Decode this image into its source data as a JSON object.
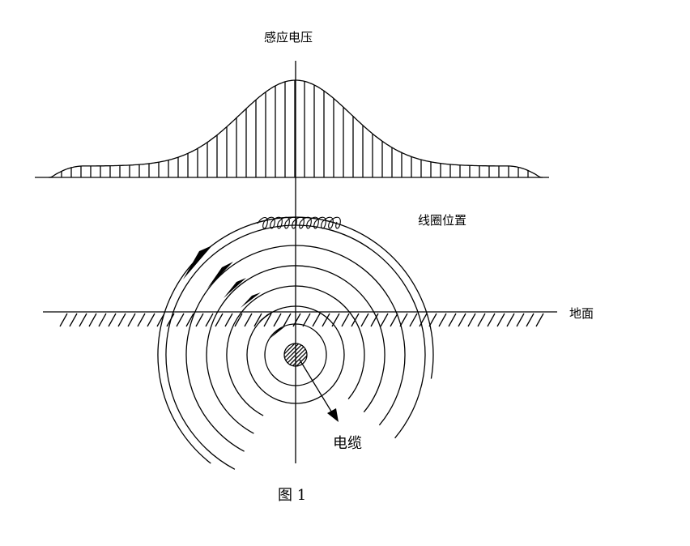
{
  "diagram": {
    "labels": {
      "voltage": "感应电压",
      "coil_position": "线圈位置",
      "ground": "地面",
      "cable": "电缆",
      "caption": "图 1"
    }
  }
}
